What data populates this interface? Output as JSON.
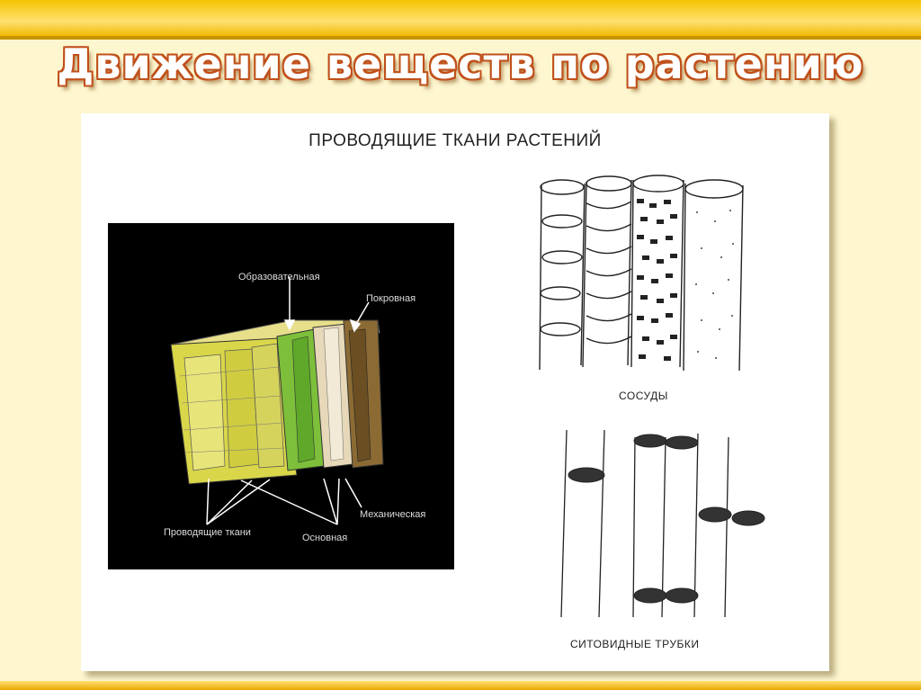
{
  "slide": {
    "title": "Движение веществ по растению"
  },
  "figure": {
    "heading": "ПРОВОДЯЩИЕ ТКАНИ РАСТЕНИЙ",
    "labels": {
      "obrazovatelnaya": "Образовательная",
      "pokrovnaya": "Покровная",
      "provodyashchie": "Проводящие ткани",
      "osnovnaya": "Основная",
      "mekhanicheskaya": "Механическая"
    },
    "vessels_caption": "СОСУДЫ",
    "sieve_caption": "СИТОВИДНЫЕ ТРУБКИ"
  },
  "colors": {
    "accent": "#f4c400",
    "title_outline": "#c0501a",
    "background": "#fdf6cf"
  }
}
